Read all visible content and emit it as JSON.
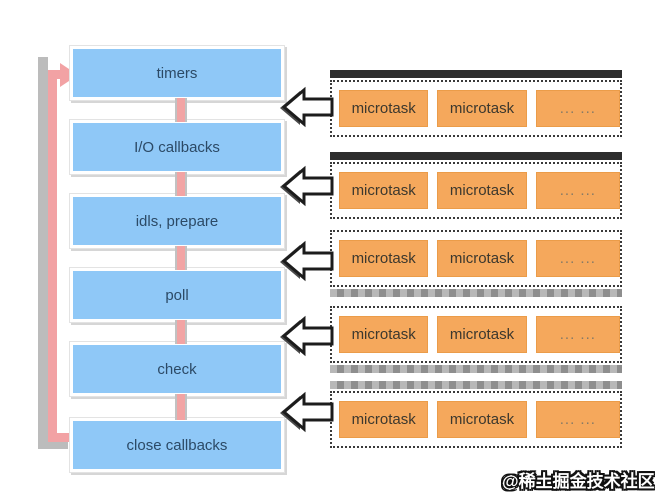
{
  "diagram": {
    "title_semantic": "node event loop phases with microtask queues",
    "background": "#ffffff"
  },
  "event_loop": {
    "phases": [
      {
        "label": "timers"
      },
      {
        "label": "I/O callbacks"
      },
      {
        "label": "idls, prepare"
      },
      {
        "label": "poll"
      },
      {
        "label": "check"
      },
      {
        "label": "close callbacks"
      }
    ],
    "box_color": "#8fc8f7",
    "box_text_color": "#2c4a66",
    "loop_arrow_color": "#f2a2a4",
    "loop_shadow_color": "#bcbcbc"
  },
  "microtask_groups": [
    {
      "bar_style": "solid-black",
      "bar_position": "top",
      "items": [
        "microtask",
        "microtask",
        "... ..."
      ]
    },
    {
      "bar_style": "solid-black",
      "bar_position": "top",
      "items": [
        "microtask",
        "microtask",
        "... ..."
      ]
    },
    {
      "bar_style": "striped-gray",
      "bar_position": "bottom",
      "items": [
        "microtask",
        "microtask",
        "... ..."
      ]
    },
    {
      "bar_style": "striped-gray",
      "bar_position": "bottom",
      "items": [
        "microtask",
        "microtask",
        "... ..."
      ]
    },
    {
      "bar_style": "striped-gray",
      "bar_position": "top",
      "items": [
        "microtask",
        "microtask",
        "... ..."
      ]
    }
  ],
  "colors": {
    "microtask_box": "#f5a85c",
    "microtask_border": "#eb9c49",
    "queue_bar_dark": "#2d2d2d",
    "queue_bar_gray": "#9e9e9e",
    "dotted_border": "#3a3a3a",
    "arrow_fill": "#ffffff",
    "arrow_outline": "#1c1c1c",
    "arrow_shadow": "#4a4a4a"
  },
  "watermark": {
    "text": "@稀土掘金技术社区"
  }
}
